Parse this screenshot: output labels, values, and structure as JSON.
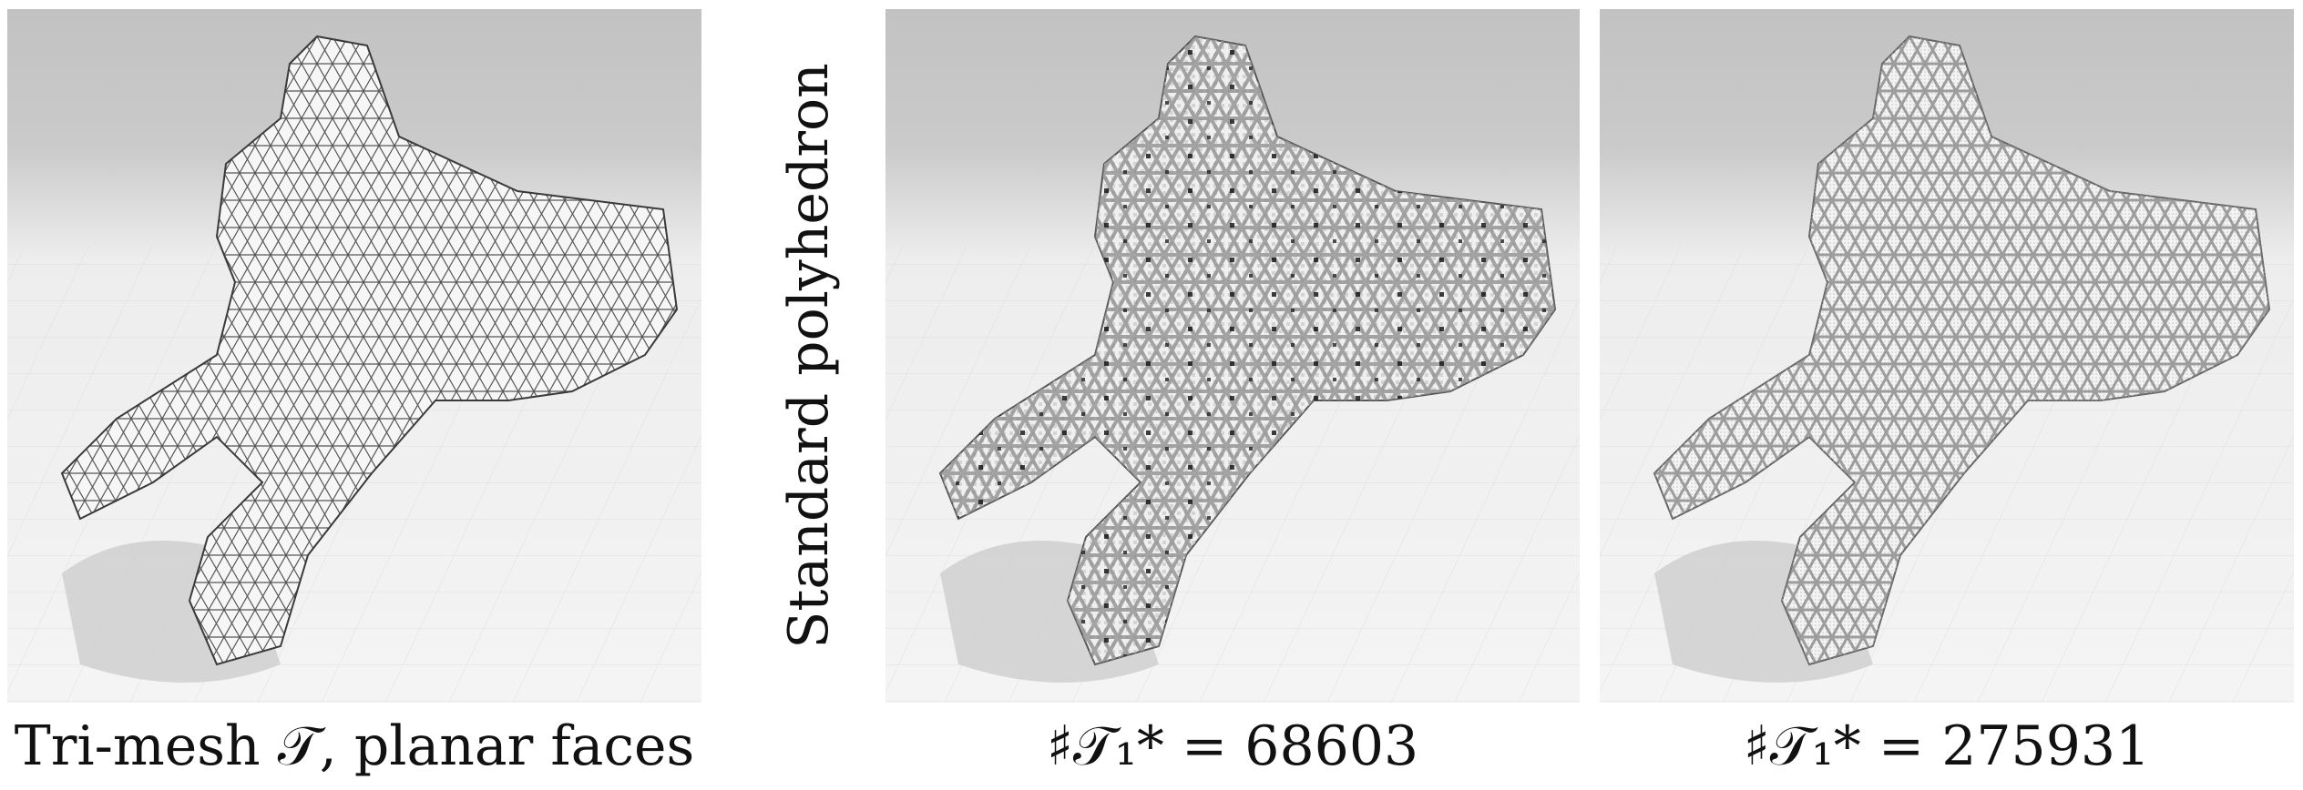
{
  "row_label": "Standard polyhedron",
  "panels": [
    {
      "caption": "Tri-mesh 𝒯, planar faces",
      "variant": "coarse-mesh"
    },
    {
      "caption": "♯𝒯₁* = 68603",
      "variant": "dense-with-dark-cells"
    },
    {
      "caption": "♯𝒯₁* = 275931",
      "variant": "dense-fine"
    }
  ],
  "colors": {
    "backdrop_top": "#c4c4c4",
    "floor": "#f2f2f2",
    "shadow": "#cfcfcf",
    "mesh_body": "#f6f6f6",
    "mesh_line": "#3a3a3a"
  }
}
